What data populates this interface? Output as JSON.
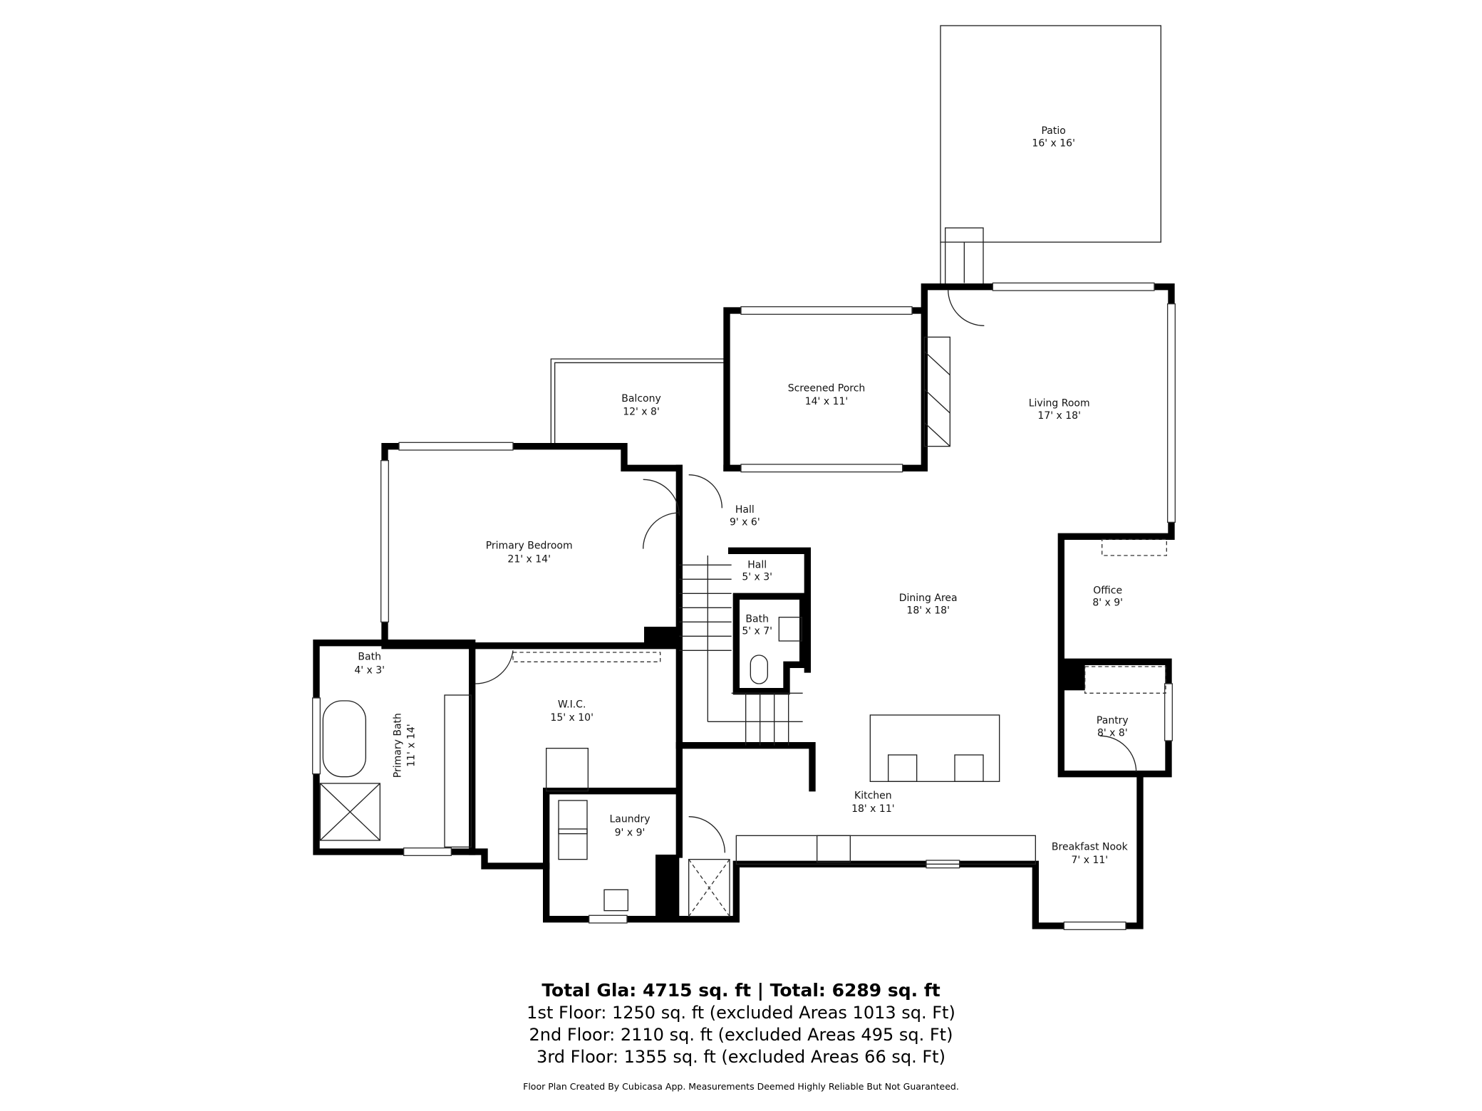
{
  "rooms": [
    {
      "name": "Patio",
      "size": "16' x 16'"
    },
    {
      "name": "Screened Porch",
      "size": "14' x 11'"
    },
    {
      "name": "Balcony",
      "size": "12' x 8'"
    },
    {
      "name": "Living Room",
      "size": "17' x 18'"
    },
    {
      "name": "Hall",
      "size": "9' x 6'"
    },
    {
      "name": "Primary Bedroom",
      "size": "21' x 14'"
    },
    {
      "name": "Hall",
      "size": "5' x 3'"
    },
    {
      "name": "Bath",
      "size": "5' x 7'"
    },
    {
      "name": "Dining Area",
      "size": "18' x 18'"
    },
    {
      "name": "Office",
      "size": "8' x 9'"
    },
    {
      "name": "Bath",
      "size": "4' x 3'"
    },
    {
      "name": "Primary Bath",
      "size": "11' x 14'"
    },
    {
      "name": "W.I.C.",
      "size": "15' x 10'"
    },
    {
      "name": "Pantry",
      "size": "8' x 8'"
    },
    {
      "name": "Kitchen",
      "size": "18' x 11'"
    },
    {
      "name": "Laundry",
      "size": "9' x 9'"
    },
    {
      "name": "Breakfast Nook",
      "size": "7' x 11'"
    }
  ],
  "footer": {
    "total": "Total Gla: 4715 sq. ft | Total: 6289 sq. ft",
    "floor1": "1st Floor: 1250 sq. ft (excluded Areas 1013 sq. Ft)",
    "floor2": "2nd Floor: 2110 sq. ft (excluded Areas 495 sq. Ft)",
    "floor3": "3rd Floor: 1355 sq. ft (excluded Areas 66 sq. Ft)",
    "note": "Floor Plan Created By Cubicasa App. Measurements Deemed Highly Reliable But Not Guaranteed."
  }
}
